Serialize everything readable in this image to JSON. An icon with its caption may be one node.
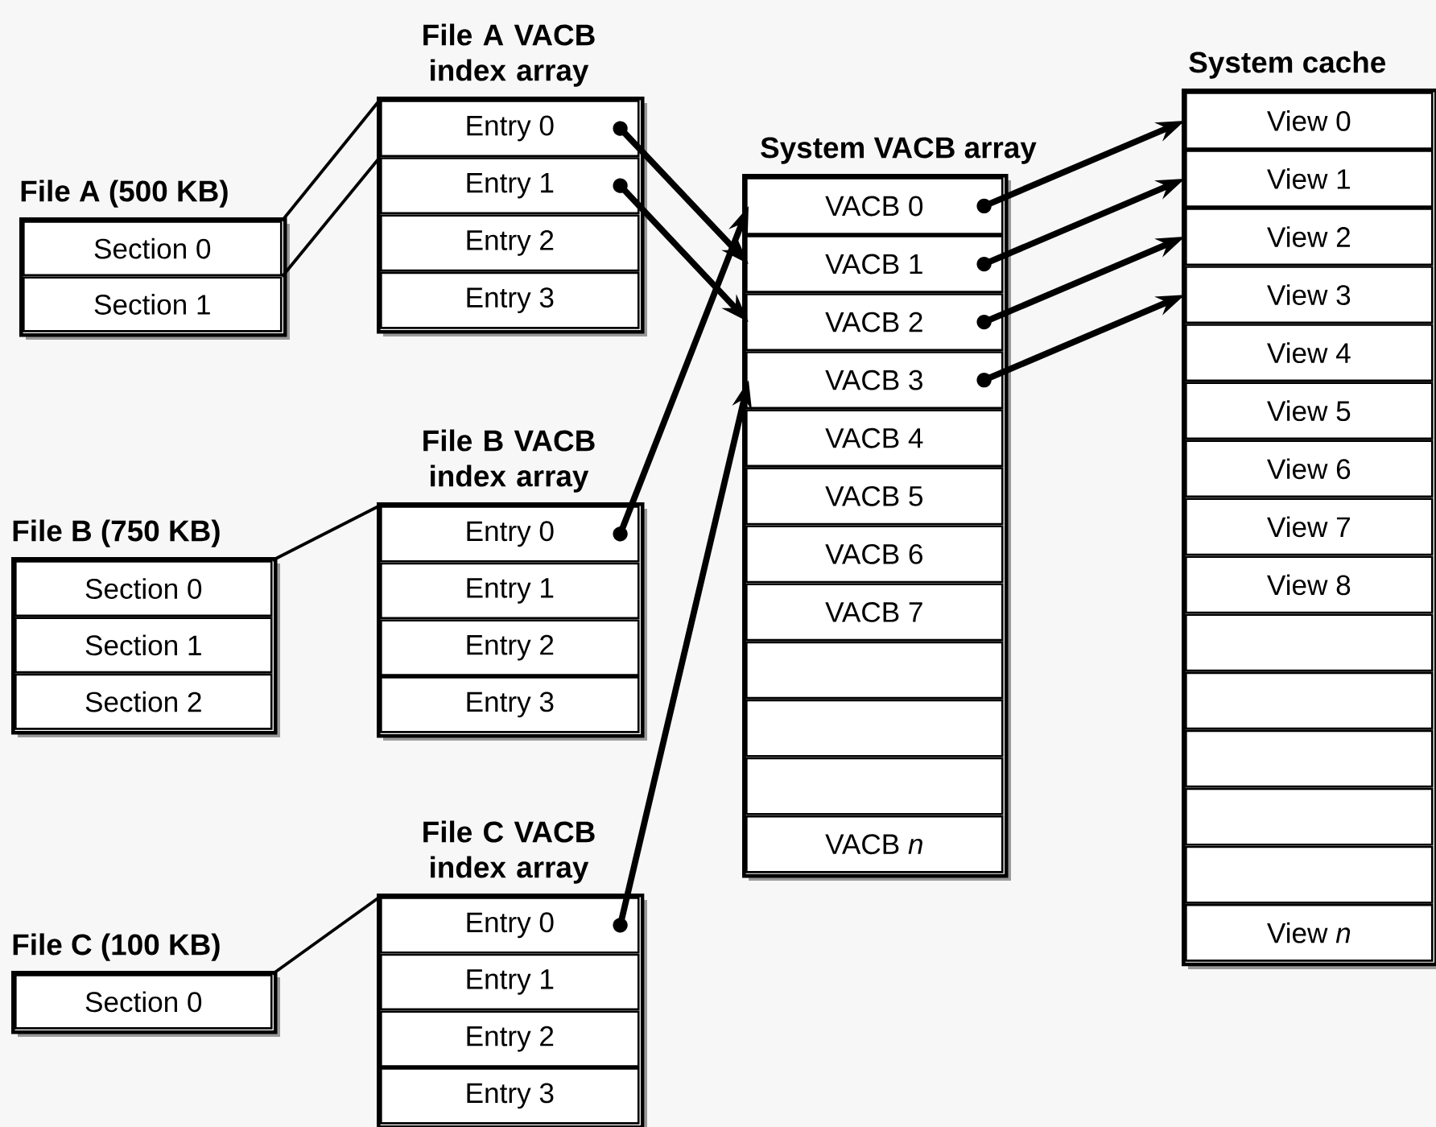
{
  "diagram": {
    "nodes": [
      {
        "text": [
          "File A (500 KB)"
        ]
      },
      {
        "text": [
          "Section 0"
        ],
        "in": 0
      },
      {
        "text": [
          "Section 1"
        ],
        "in": 0
      },
      {
        "text": [
          "File A VACB index array"
        ]
      },
      {
        "text": [
          "Entry 0"
        ],
        "in": 3
      },
      {
        "text": [
          "Entry 1"
        ],
        "in": 3
      },
      {
        "text": [
          "Entry 2"
        ],
        "in": 3
      },
      {
        "text": [
          "Entry 3"
        ],
        "in": 3
      },
      {
        "text": [
          "File B (750 KB)"
        ]
      },
      {
        "text": [
          "Section 0"
        ],
        "in": 8
      },
      {
        "text": [
          "Section 1"
        ],
        "in": 8
      },
      {
        "text": [
          "Section 2"
        ],
        "in": 8
      },
      {
        "text": [
          "File B VACB index array"
        ]
      },
      {
        "text": [
          "Entry 0"
        ],
        "in": 12
      },
      {
        "text": [
          "Entry 1"
        ],
        "in": 12
      },
      {
        "text": [
          "Entry 2"
        ],
        "in": 12
      },
      {
        "text": [
          "Entry 3"
        ],
        "in": 12
      },
      {
        "text": [
          "File C (100 KB)"
        ]
      },
      {
        "text": [
          "Section 0"
        ],
        "in": 17
      },
      {
        "text": [
          "File C VACB index array"
        ]
      },
      {
        "text": [
          "Entry 0"
        ],
        "in": 19
      },
      {
        "text": [
          "Entry 1"
        ],
        "in": 19
      },
      {
        "text": [
          "Entry 2"
        ],
        "in": 19
      },
      {
        "text": [
          "Entry 3"
        ],
        "in": 19
      },
      {
        "text": [
          "System VACB array"
        ]
      },
      {
        "text": [
          "VACB 0"
        ],
        "in": 24
      },
      {
        "text": [
          "VACB 1"
        ],
        "in": 24
      },
      {
        "text": [
          "VACB 2"
        ],
        "in": 24
      },
      {
        "text": [
          "VACB 3"
        ],
        "in": 24
      },
      {
        "text": [
          "VACB 4"
        ],
        "in": 24
      },
      {
        "text": [
          "VACB 5"
        ],
        "in": 24
      },
      {
        "text": [
          "VACB 6"
        ],
        "in": 24
      },
      {
        "text": [
          "VACB 7"
        ],
        "in": 24
      },
      {
        "text": [],
        "shape": "box",
        "in": 24
      },
      {
        "text": [],
        "shape": "box",
        "in": 24
      },
      {
        "text": [],
        "shape": "box",
        "in": 24
      },
      {
        "text": [
          "VACB *n*"
        ],
        "in": 24
      },
      {
        "text": [
          "System cache"
        ]
      },
      {
        "text": [
          "View 0"
        ],
        "in": 37
      },
      {
        "text": [
          "View 1"
        ],
        "in": 37
      },
      {
        "text": [
          "View 2"
        ],
        "in": 37
      },
      {
        "text": [
          "View 3"
        ],
        "in": 37
      },
      {
        "text": [
          "View 4"
        ],
        "in": 37
      },
      {
        "text": [
          "View 5"
        ],
        "in": 37
      },
      {
        "text": [
          "View 6"
        ],
        "in": 37
      },
      {
        "text": [
          "View 7"
        ],
        "in": 37
      },
      {
        "text": [
          "View 8"
        ],
        "in": 37
      },
      {
        "text": [],
        "shape": "box",
        "in": 37
      },
      {
        "text": [],
        "shape": "box",
        "in": 37
      },
      {
        "text": [],
        "shape": "box",
        "in": 37
      },
      {
        "text": [],
        "shape": "box",
        "in": 37
      },
      {
        "text": [],
        "shape": "box",
        "in": 37
      },
      {
        "text": [
          "View *n*"
        ],
        "in": 37
      }
    ],
    "edges": [
      {
        "from": 1,
        "to": 4,
        "arrow": "none"
      },
      {
        "from": 2,
        "to": 5,
        "arrow": "none"
      },
      {
        "from": 9,
        "to": 13,
        "arrow": "none"
      },
      {
        "from": 18,
        "to": 20,
        "arrow": "none"
      },
      {
        "from": 4,
        "to": 26,
        "arrow": "to"
      },
      {
        "from": 5,
        "to": 27,
        "arrow": "to"
      },
      {
        "from": 13,
        "to": 25,
        "arrow": "to"
      },
      {
        "from": 20,
        "to": 28,
        "arrow": "to"
      },
      {
        "from": 25,
        "to": 38,
        "arrow": "to"
      },
      {
        "from": 26,
        "to": 39,
        "arrow": "to"
      },
      {
        "from": 27,
        "to": 40,
        "arrow": "to"
      },
      {
        "from": 28,
        "to": 41,
        "arrow": "to"
      }
    ]
  }
}
